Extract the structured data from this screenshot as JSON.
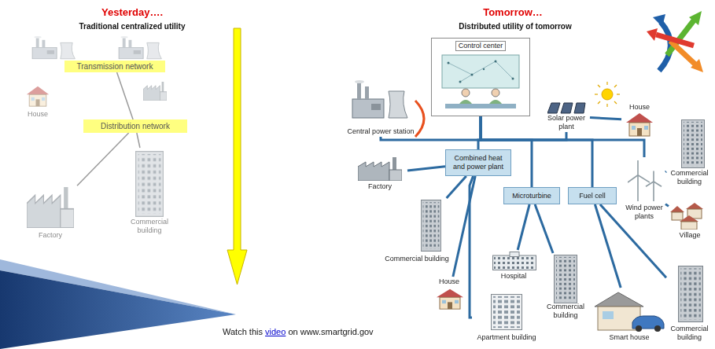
{
  "diagram": {
    "nodes": [
      {
        "text": [
          "Transmission network"
        ]
      },
      {
        "text": [
          "House"
        ]
      },
      {
        "text": [
          "Distribution network"
        ]
      },
      {
        "text": [
          "Factory"
        ]
      },
      {
        "text": [
          "Commercial building"
        ]
      },
      {
        "text": [
          "Control center"
        ]
      },
      {
        "text": [
          "Central power station"
        ]
      },
      {
        "text": [
          "Combined heat and power plant"
        ]
      },
      {
        "text": [
          "Solar power plant"
        ]
      },
      {
        "text": [
          "House"
        ]
      },
      {
        "text": [
          "Factory"
        ]
      },
      {
        "text": [
          "Microturbine"
        ]
      },
      {
        "text": [
          "Fuel cell"
        ]
      },
      {
        "text": [
          "Wind power plants"
        ]
      },
      {
        "text": [
          "Commercial building"
        ]
      },
      {
        "text": [
          "Commercial building"
        ]
      },
      {
        "text": [
          "Village"
        ]
      },
      {
        "text": [
          "Hospital"
        ]
      },
      {
        "text": [
          "House"
        ]
      },
      {
        "text": [
          "Apartment building"
        ]
      },
      {
        "text": [
          "Commercial building"
        ]
      },
      {
        "text": [
          "Smart house"
        ]
      },
      {
        "text": [
          "Commercial building"
        ]
      }
    ],
    "edges": [
      {
        "from": 0,
        "to": 2,
        "arrow": "none"
      },
      {
        "from": 2,
        "to": 3,
        "arrow": "none"
      },
      {
        "from": 2,
        "to": 4,
        "arrow": "none"
      },
      {
        "from": 5,
        "to": 6,
        "arrow": "none"
      },
      {
        "from": 5,
        "to": 7,
        "arrow": "none"
      },
      {
        "from": 5,
        "to": 8,
        "arrow": "none"
      },
      {
        "from": 5,
        "to": 11,
        "arrow": "none"
      },
      {
        "from": 5,
        "to": 12,
        "arrow": "none"
      },
      {
        "from": 5,
        "to": 13,
        "arrow": "none"
      },
      {
        "from": 8,
        "to": 9,
        "arrow": "none"
      },
      {
        "from": 7,
        "to": 10,
        "arrow": "none"
      },
      {
        "from": 7,
        "to": 15,
        "arrow": "none"
      },
      {
        "from": 7,
        "to": 18,
        "arrow": "none"
      },
      {
        "from": 7,
        "to": 19,
        "arrow": "none"
      },
      {
        "from": 11,
        "to": 17,
        "arrow": "none"
      },
      {
        "from": 11,
        "to": 20,
        "arrow": "none"
      },
      {
        "from": 12,
        "to": 21,
        "arrow": "none"
      },
      {
        "from": 12,
        "to": 22,
        "arrow": "none"
      },
      {
        "from": 13,
        "to": 14,
        "arrow": "none"
      },
      {
        "from": 13,
        "to": 16,
        "arrow": "none"
      }
    ],
    "labels": [
      "Yesterday….",
      "Traditional centralized utility",
      "Tomorrow…",
      "Distributed utility of tomorrow",
      "Watch this",
      "video",
      "on www.smartgrid.gov"
    ]
  }
}
